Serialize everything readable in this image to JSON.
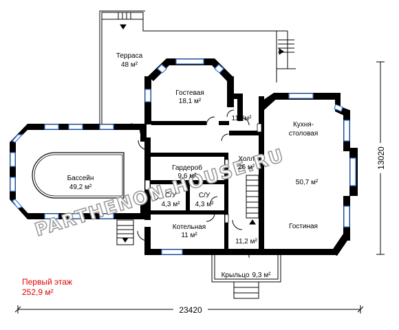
{
  "rooms": {
    "terrace": {
      "name": "Терраса",
      "area": "48 м²"
    },
    "guest": {
      "name": "Гостевая",
      "area": "18,1 м²"
    },
    "hall_small": {
      "area": "11,2м²"
    },
    "kitchen": {
      "name": "Кухня-",
      "name2": "столовая"
    },
    "pool": {
      "name": "Бассейн",
      "area": "49,2 м²"
    },
    "wardrobe": {
      "name": "Гардероб",
      "area": "9,6 м²"
    },
    "hall": {
      "name": "Холл",
      "area": "26 м²"
    },
    "living_area": "50,7 м²",
    "wc1": {
      "name": "С/У",
      "area": "4,3 м²"
    },
    "wc2": {
      "name": "С/У",
      "area": "4,3 м²"
    },
    "living": {
      "name": "Гостиная"
    },
    "boiler": {
      "name": "Котельная",
      "area": "11 м²"
    },
    "vestibule": {
      "area": "11,2 м²"
    },
    "porch": {
      "name": "Крыльцо",
      "area": "9,3 м²"
    }
  },
  "floor": {
    "title": "Первый этаж",
    "total": "252,9 м²"
  },
  "dimensions": {
    "width": "23420",
    "depth": "13020"
  },
  "watermark": "PARTHENON-HOUSE.RU",
  "colors": {
    "wall": "#000000",
    "window": "#3a78d8",
    "accent": "#e00000"
  }
}
